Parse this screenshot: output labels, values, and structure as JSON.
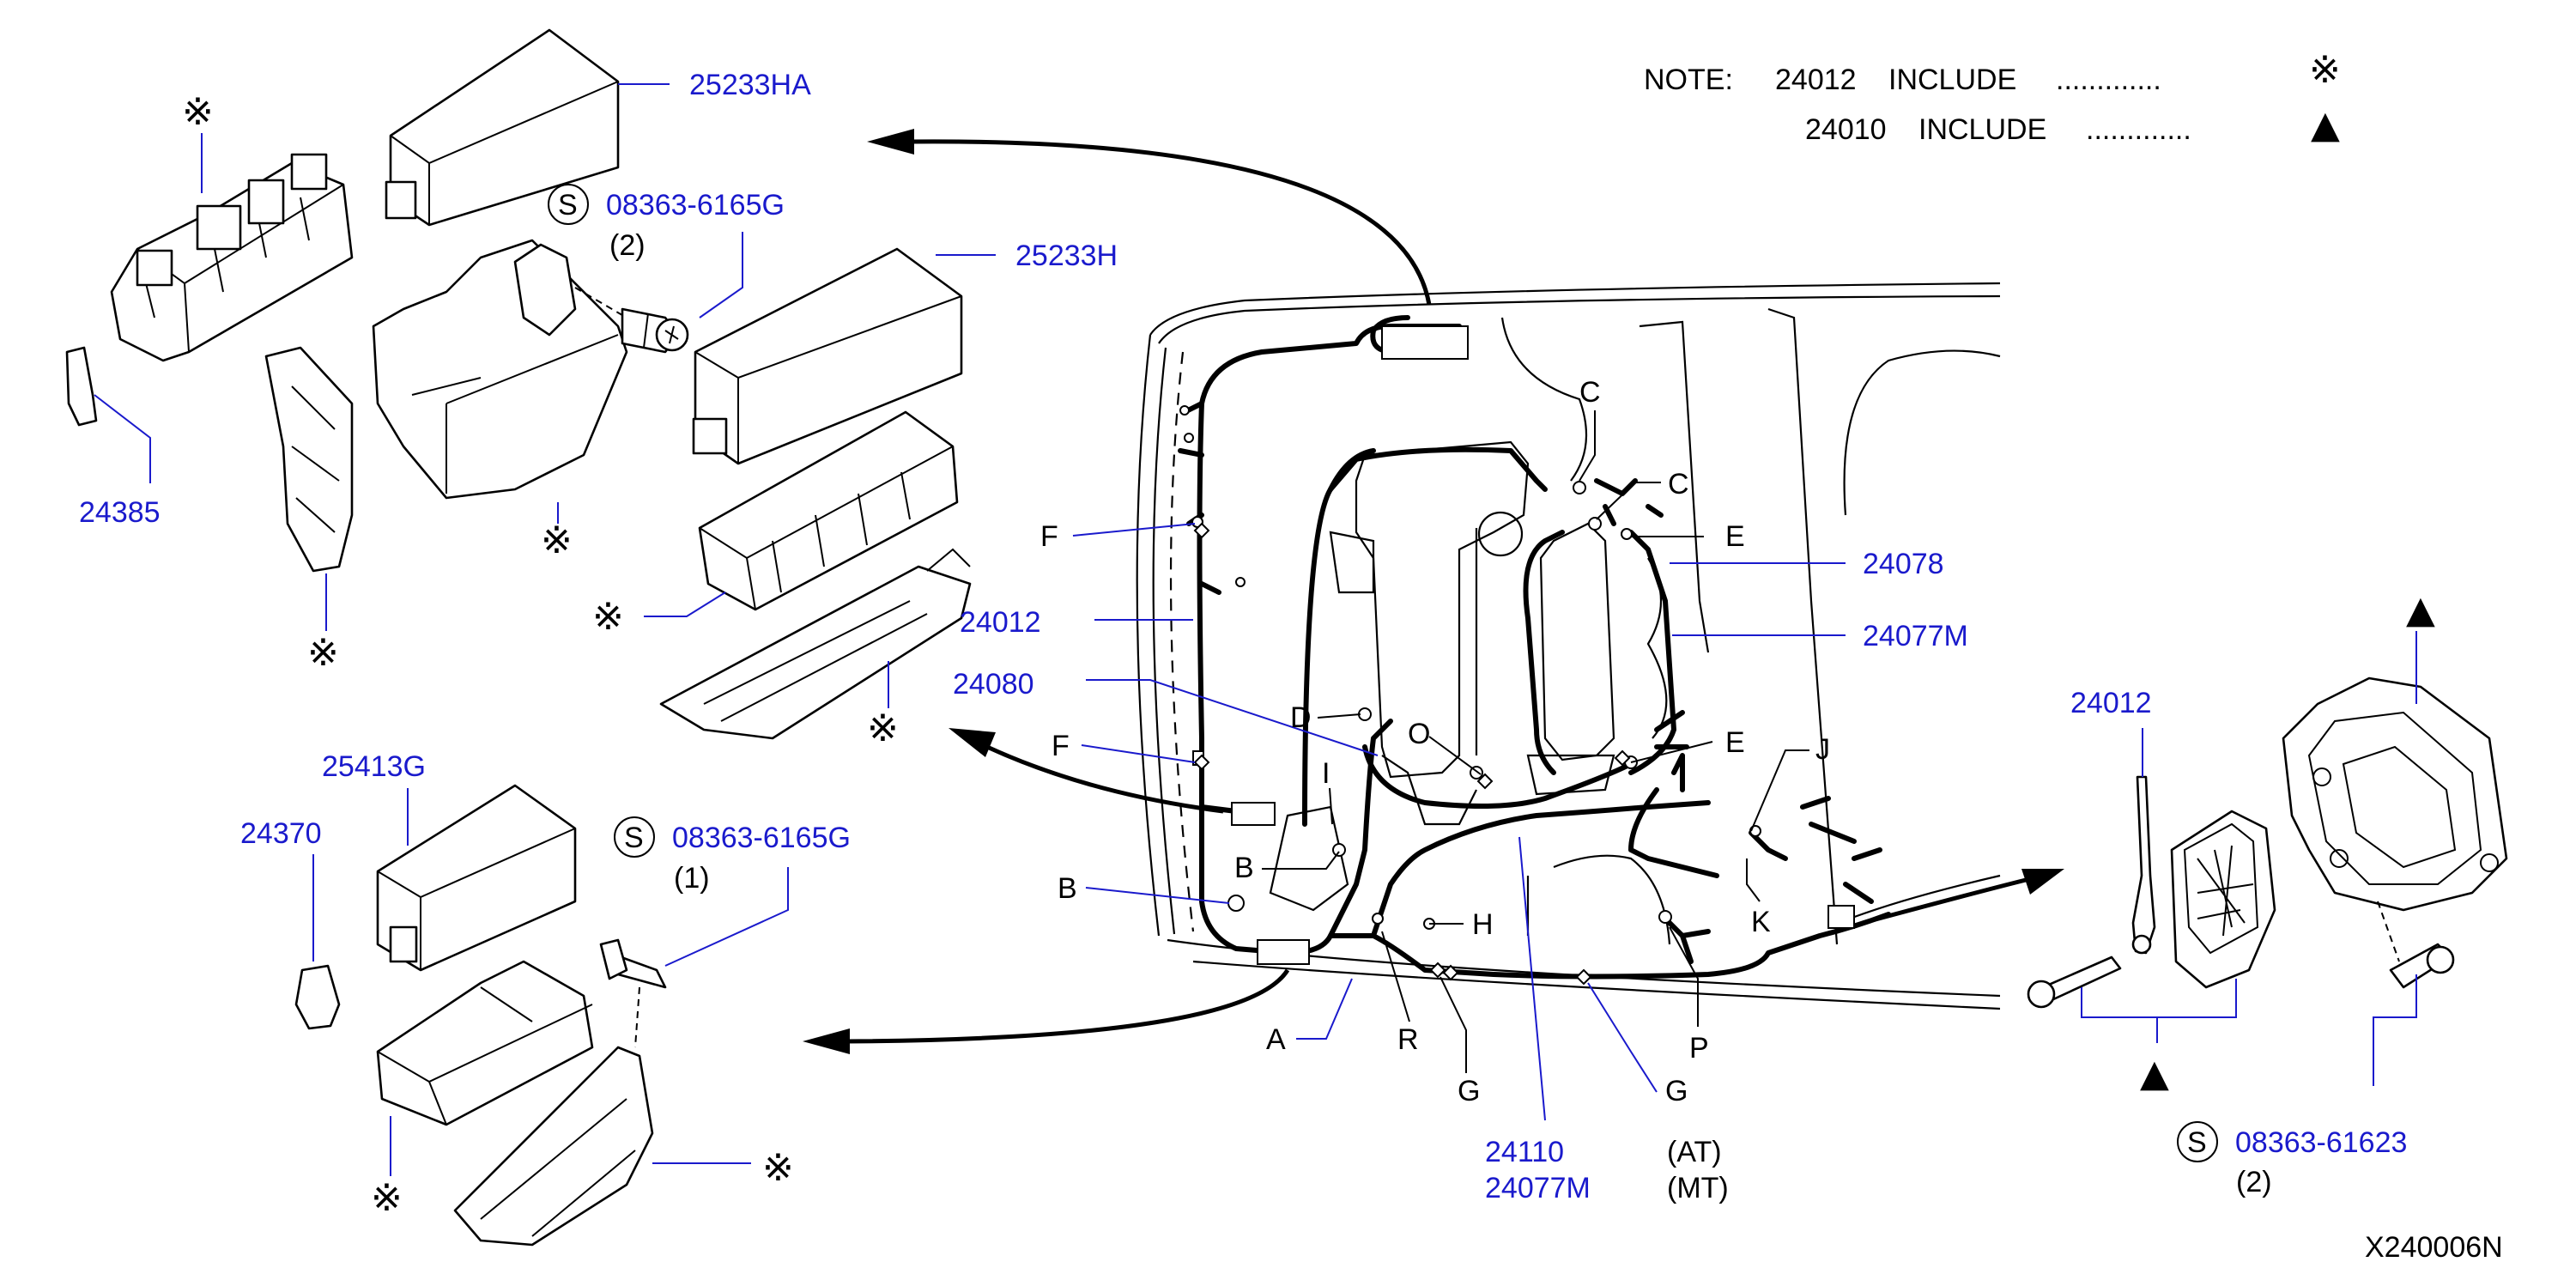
{
  "note": {
    "label": "NOTE:",
    "line1_part": "24012",
    "line1_text": "INCLUDE",
    "line1_dots": ".............",
    "line1_symbol": "※",
    "line2_part": "24010",
    "line2_text": "INCLUDE",
    "line2_dots": ".............",
    "line2_symbol": "▲"
  },
  "part_numbers": {
    "p25233HA": "25233HA",
    "p08363_top": "08363-6165G",
    "p08363_top_qty": "(2)",
    "p25233H": "25233H",
    "p24385": "24385",
    "p24012_left": "24012",
    "p24080": "24080",
    "p25413G": "25413G",
    "p24370": "24370",
    "p08363_mid": "08363-6165G",
    "p08363_mid_qty": "(1)",
    "p24078": "24078",
    "p24077M_right": "24077M",
    "p24110": "24110",
    "p24077M_bottom": "24077M",
    "at": "(AT)",
    "mt": "(MT)",
    "p24012_right": "24012",
    "p08363_61623": "08363-61623",
    "p08363_61623_qty": "(2)",
    "s_symbol": "S"
  },
  "letters": {
    "C1": "C",
    "C2": "C",
    "E1": "E",
    "E2": "E",
    "F1": "F",
    "F2": "F",
    "D": "D",
    "O": "O",
    "I": "I",
    "B1": "B",
    "B2": "B",
    "H": "H",
    "J": "J",
    "K": "K",
    "A": "A",
    "R": "R",
    "G1": "G",
    "G2": "G",
    "P": "P"
  },
  "symbols": {
    "kome1": "※",
    "kome2": "※",
    "kome3": "※",
    "kome4": "※",
    "kome5": "※",
    "kome6": "※",
    "kome7": "※",
    "tri1": "▲",
    "tri2": "▲"
  },
  "diagram_code": "X240006N",
  "colors": {
    "part_number": "#1a1acc",
    "line": "#000000"
  }
}
